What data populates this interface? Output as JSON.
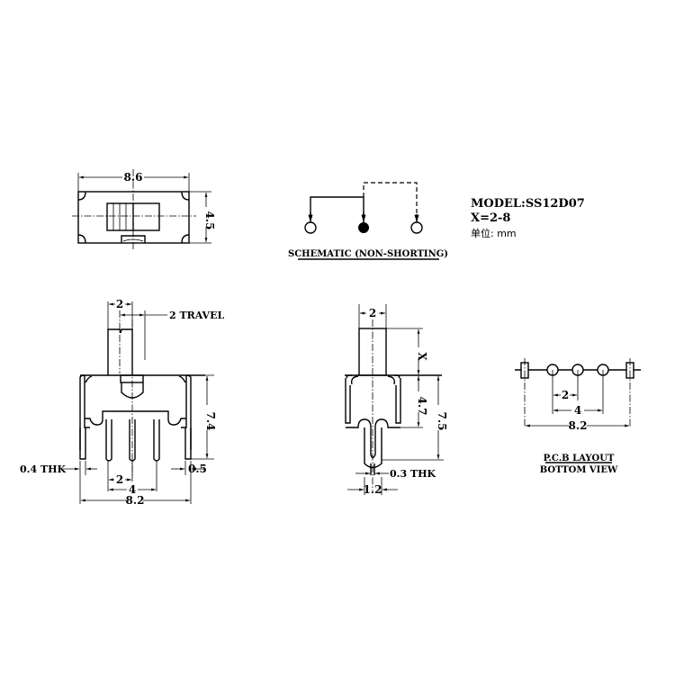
{
  "drawing": {
    "model_label": "MODEL:SS12D07",
    "x_range_label": "X=2-8",
    "unit_label": "单位: mm",
    "colors": {
      "line": "#000000",
      "background": "#ffffff"
    }
  },
  "top_view": {
    "width_dim": "8.6",
    "height_dim": "4.5"
  },
  "schematic": {
    "caption": "SCHEMATIC (NON-SHORTING)",
    "terminals": [
      "open",
      "common-filled",
      "open"
    ]
  },
  "front_view": {
    "actuator_width_dim": "2",
    "travel_label": "2 TRAVEL",
    "height_dim": "7.4",
    "thickness_label": "0.4 THK",
    "pin_width_dim": "0.5",
    "pitch_dim": "2",
    "outer_pitch_dim": "4",
    "overall_width_dim": "8.2"
  },
  "side_view": {
    "actuator_width_dim": "2",
    "actuator_height_dim": "X",
    "body_height_dim": "4.7",
    "overall_height_dim": "7.5",
    "thickness_label": "0.3 THK",
    "pin_width_dim": "1.2"
  },
  "pcb_layout": {
    "pitch_dim": "2",
    "outer_pitch_dim": "4",
    "overall_dim": "8.2",
    "title_line1": "P.C.B LAYOUT",
    "title_line2": "BOTTOM VIEW"
  }
}
